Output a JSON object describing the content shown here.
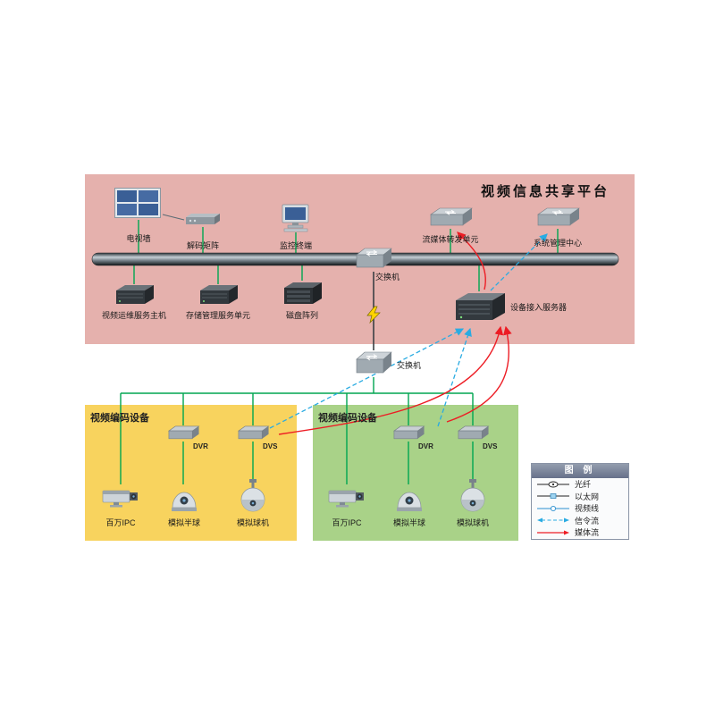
{
  "regions": {
    "platform_title": "视频信息共享平台",
    "encoder_left_title": "视频编码设备",
    "encoder_right_title": "视频编码设备"
  },
  "devices": {
    "tv_wall": "电视墙",
    "decoder": "解码矩阵",
    "monitor_terminal": "监控终端",
    "stream_forward_unit": "流媒体转发单元",
    "system_mgmt_center": "系统管理中心",
    "switch_top": "交换机",
    "switch_bottom": "交换机",
    "video_ops_host": "视频运维服务主机",
    "storage_mgmt_unit": "存储管理服务单元",
    "disk_array": "磁盘阵列",
    "access_server": "设备接入服务器",
    "dvr_left": "DVR",
    "dvs_left": "DVS",
    "ipc_left": "百万IPC",
    "dome_left": "模拟半球",
    "ptz_left": "模拟球机",
    "dvr_right": "DVR",
    "dvs_right": "DVS",
    "ipc_right": "百万IPC",
    "dome_right": "模拟半球",
    "ptz_right": "模拟球机"
  },
  "legend": {
    "title": "图 例",
    "items": [
      {
        "label": "光纤"
      },
      {
        "label": "以太网"
      },
      {
        "label": "视频线"
      },
      {
        "label": "信令流"
      },
      {
        "label": "媒体流"
      }
    ]
  },
  "colors": {
    "platform_bg": "#e5b1ad",
    "encoder_left_bg": "#f8d35e",
    "encoder_right_bg": "#a9d288",
    "ethernet_line": "#00a651",
    "signal_line": "#29abe2",
    "media_line": "#ed1c24"
  }
}
